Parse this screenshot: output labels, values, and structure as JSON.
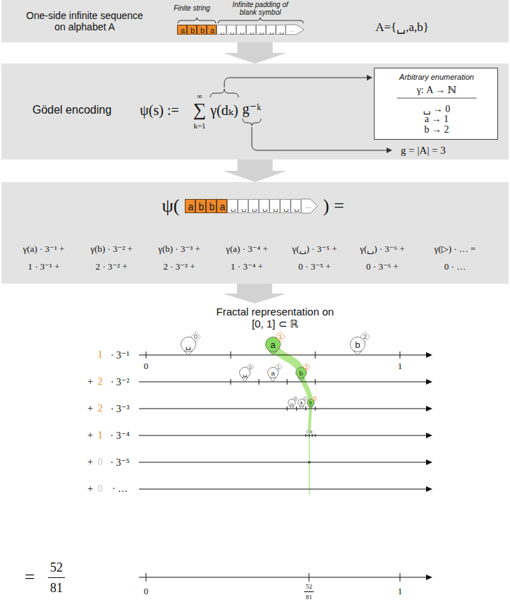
{
  "diagram": {
    "nodes": [
      {
        "text": [
          "One-side infinite sequence on alphabet A"
        ]
      },
      {
        "text": [
          "a"
        ],
        "in": 0
      },
      {
        "text": [
          "b"
        ],
        "in": 0
      },
      {
        "text": [
          "b"
        ],
        "in": 0
      },
      {
        "text": [
          "a"
        ],
        "in": 0
      },
      {
        "text": [
          "␣"
        ],
        "in": 0
      },
      {
        "text": [
          "␣"
        ],
        "in": 0
      },
      {
        "text": [
          "␣"
        ],
        "in": 0
      },
      {
        "text": [
          "␣"
        ],
        "in": 0
      },
      {
        "text": [
          "␣"
        ],
        "in": 0
      },
      {
        "text": [
          "␣"
        ],
        "in": 0
      },
      {
        "text": [
          "␣"
        ],
        "in": 0
      },
      {
        "text": [
          "Gödel encoding"
        ]
      },
      {
        "text": [
          "Arbitrary enumeration",
          "γ: A → ℕ",
          "␣ → 0",
          "a → 1",
          "b → 2"
        ],
        "in": 12
      },
      {
        "text": [
          "ψ(",
          ") ="
        ]
      },
      {
        "text": [
          "a"
        ],
        "in": 14
      },
      {
        "text": [
          "b"
        ],
        "in": 14
      },
      {
        "text": [
          "b"
        ],
        "in": 14
      },
      {
        "text": [
          "a"
        ],
        "in": 14
      },
      {
        "text": [
          "␣"
        ],
        "in": 14
      },
      {
        "text": [
          "␣"
        ],
        "in": 14
      },
      {
        "text": [
          "␣"
        ],
        "in": 14
      },
      {
        "text": [
          "␣"
        ],
        "in": 14
      },
      {
        "text": [
          "␣"
        ],
        "in": 14
      },
      {
        "text": [
          "␣"
        ],
        "in": 14
      },
      {
        "text": [
          "␣"
        ],
        "in": 14
      },
      {
        "text": [
          "␣",
          "0"
        ]
      },
      {
        "text": [
          "a",
          "1"
        ]
      },
      {
        "text": [
          "b",
          "2"
        ]
      },
      {
        "text": [
          "␣",
          "0"
        ]
      },
      {
        "text": [
          "a",
          "1"
        ]
      },
      {
        "text": [
          "b",
          "2"
        ]
      },
      {
        "text": [
          "␣",
          "0"
        ]
      },
      {
        "text": [
          "a",
          "1"
        ]
      },
      {
        "text": [
          "b",
          "2"
        ]
      }
    ],
    "edges": [
      {
        "from": 0,
        "to": 12,
        "arrow": "to"
      },
      {
        "from": 12,
        "to": 14,
        "arrow": "to"
      }
    ],
    "labels": [
      "Finite string",
      "Infinite padding of blank symbol",
      "…",
      "A={␣,a,b}",
      "ψ(s) :=",
      "∞",
      "∑",
      "k=1",
      "γ(dₖ)",
      "g⁻ᵏ",
      "g = |A| = 3",
      "…",
      "γ(a) · 3⁻¹ +",
      "γ(b) · 3⁻² +",
      "γ(b) · 3⁻³ +",
      "γ(a) · 3⁻⁴ +",
      "γ(␣) · 3⁻⁵ +",
      "γ(␣) · 3⁻⁶ +",
      "γ(▷) · … =",
      "1 · 3⁻¹ +",
      "2 · 3⁻² +",
      "2 · 3⁻³ +",
      "1 · 3⁻⁴ +",
      "0 · 3⁻⁵ +",
      "0 · 3⁻⁶ +",
      "0 · …",
      "Fractal representation on [0, 1] ⊂ ℝ",
      "1",
      "· 3⁻¹",
      "+",
      "2",
      "· 3⁻²",
      "+",
      "2",
      "· 3⁻³",
      "+",
      "1",
      "· 3⁻⁴",
      "+",
      "0",
      "· 3⁻⁵",
      "+",
      "0",
      "· …",
      "0",
      "1",
      "=",
      "52",
      "81",
      "0",
      "52",
      "81",
      "1"
    ]
  }
}
